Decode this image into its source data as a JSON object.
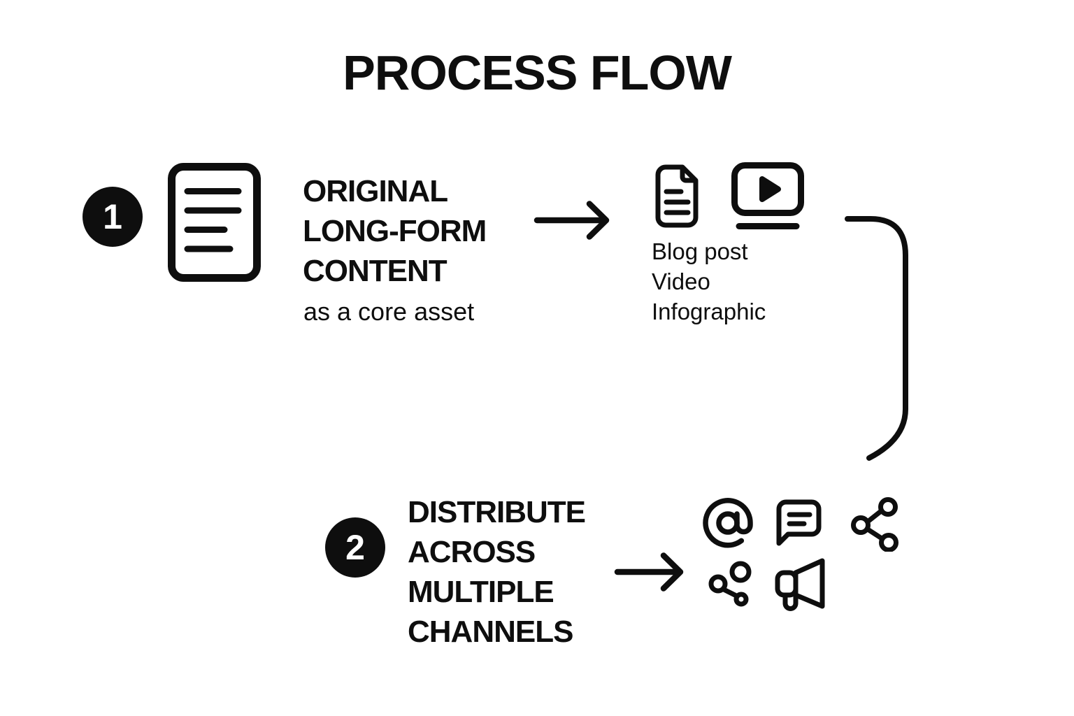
{
  "title": "PROCESS FLOW",
  "colors": {
    "ink": "#0e0e0e",
    "background": "#ffffff"
  },
  "connector": "curved-bracket-connector",
  "steps": [
    {
      "number": "1",
      "heading_lines": [
        "ORIGINAL",
        "LONG-FORM",
        "CONTENT"
      ],
      "subtitle": "as a core asset",
      "source_icon": "long-form-document-icon",
      "arrow_icon": "right-arrow-icon",
      "output_icons": [
        "blog-post-document-icon",
        "video-player-icon"
      ],
      "outputs": [
        "Blog post",
        "Video",
        "Infographic"
      ]
    },
    {
      "number": "2",
      "heading_lines": [
        "DISTRIBUTE",
        "ACROSS",
        "MULTIPLE",
        "CHANNELS"
      ],
      "arrow_icon": "right-arrow-icon",
      "channel_icons": [
        "at-sign-icon",
        "chat-message-icon",
        "share-nodes-icon",
        "network-nodes-icon",
        "megaphone-icon"
      ]
    }
  ]
}
